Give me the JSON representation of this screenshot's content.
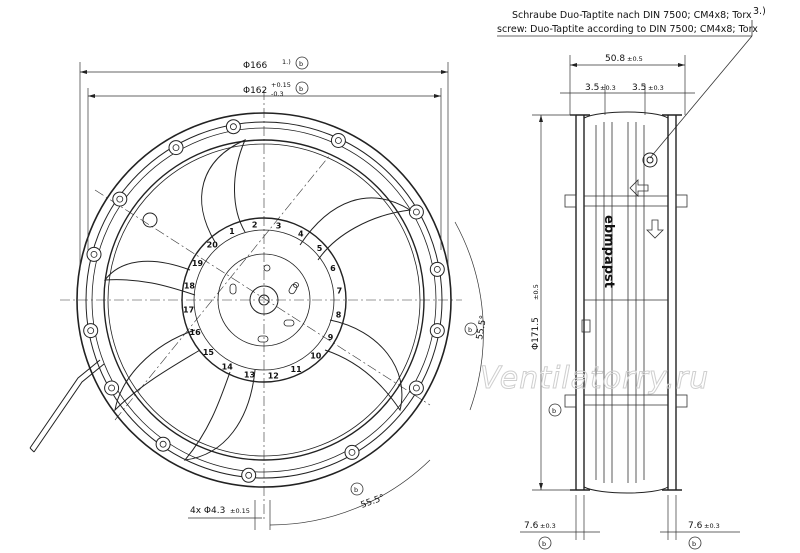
{
  "note": {
    "line_de": "Schraube Duo-Taptite nach DIN 7500; CM4x8; Torx",
    "line_en": "screw: Duo-Taptite according to DIN 7500; CM4x8; Torx",
    "ref": "3.)"
  },
  "front_view": {
    "dim_outer": {
      "value": "Φ166",
      "ref": "1.)",
      "tag": "b"
    },
    "dim_inner": {
      "value": "Φ162",
      "tol_upper": "+0.15",
      "tol_lower": "-0.3",
      "tag": "b"
    },
    "hole_dim": {
      "value": "4x Φ4.3",
      "tol": "±0.15"
    },
    "angle_right": {
      "value": "55.5°",
      "tag": "b"
    },
    "angle_bottom": {
      "value": "55.5°",
      "tag": "b"
    },
    "hub_numbers": [
      "1",
      "2",
      "3",
      "4",
      "5",
      "6",
      "7",
      "8",
      "9",
      "10",
      "11",
      "12",
      "13",
      "14",
      "15",
      "16",
      "17",
      "18",
      "19",
      "20"
    ]
  },
  "side_view": {
    "dim_width": {
      "value": "50.8",
      "tol": "±0.5"
    },
    "dim_left_ring": {
      "value": "3.5",
      "tol": "±0.3"
    },
    "dim_right_ring": {
      "value": "3.5",
      "tol": "±0.3"
    },
    "dim_height": {
      "value": "Φ171.5",
      "tol": "±0.5",
      "tag": "b"
    },
    "dim_bottom_left": {
      "value": "7.6",
      "tol": "±0.3",
      "tag": "b"
    },
    "dim_bottom_right": {
      "value": "7.6",
      "tol": "±0.3",
      "tag": "b"
    },
    "brand_label": "ebmpapst"
  },
  "watermark": "Ventilatorry.ru"
}
